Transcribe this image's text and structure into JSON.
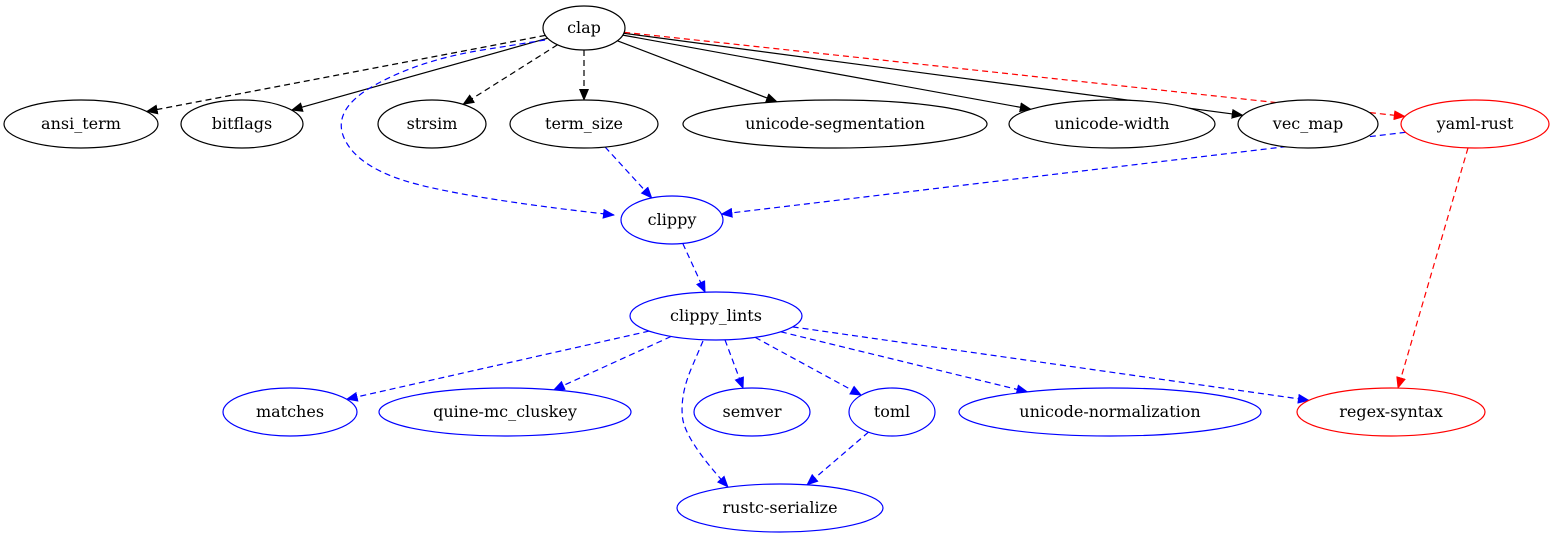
{
  "nodes": [
    {
      "id": "clap",
      "label": "clap",
      "color": "#000000"
    },
    {
      "id": "ansi_term",
      "label": "ansi_term",
      "color": "#000000"
    },
    {
      "id": "bitflags",
      "label": "bitflags",
      "color": "#000000"
    },
    {
      "id": "strsim",
      "label": "strsim",
      "color": "#000000"
    },
    {
      "id": "term_size",
      "label": "term_size",
      "color": "#000000"
    },
    {
      "id": "unicode-segmentation",
      "label": "unicode-segmentation",
      "color": "#000000"
    },
    {
      "id": "unicode-width",
      "label": "unicode-width",
      "color": "#000000"
    },
    {
      "id": "vec_map",
      "label": "vec_map",
      "color": "#000000"
    },
    {
      "id": "yaml-rust",
      "label": "yaml-rust",
      "color": "#ff0000"
    },
    {
      "id": "clippy",
      "label": "clippy",
      "color": "#0000ff"
    },
    {
      "id": "clippy_lints",
      "label": "clippy_lints",
      "color": "#0000ff"
    },
    {
      "id": "matches",
      "label": "matches",
      "color": "#0000ff"
    },
    {
      "id": "quine-mc_cluskey",
      "label": "quine-mc_cluskey",
      "color": "#0000ff"
    },
    {
      "id": "semver",
      "label": "semver",
      "color": "#0000ff"
    },
    {
      "id": "toml",
      "label": "toml",
      "color": "#0000ff"
    },
    {
      "id": "unicode-normalization",
      "label": "unicode-normalization",
      "color": "#0000ff"
    },
    {
      "id": "regex-syntax",
      "label": "regex-syntax",
      "color": "#ff0000"
    },
    {
      "id": "rustc-serialize",
      "label": "rustc-serialize",
      "color": "#0000ff"
    }
  ],
  "edges": [
    {
      "from": "clap",
      "to": "ansi_term",
      "style": "dashed",
      "color": "#000000"
    },
    {
      "from": "clap",
      "to": "bitflags",
      "style": "solid",
      "color": "#000000"
    },
    {
      "from": "clap",
      "to": "strsim",
      "style": "dashed",
      "color": "#000000"
    },
    {
      "from": "clap",
      "to": "term_size",
      "style": "dashed",
      "color": "#000000"
    },
    {
      "from": "clap",
      "to": "unicode-segmentation",
      "style": "solid",
      "color": "#000000"
    },
    {
      "from": "clap",
      "to": "unicode-width",
      "style": "solid",
      "color": "#000000"
    },
    {
      "from": "clap",
      "to": "vec_map",
      "style": "solid",
      "color": "#000000"
    },
    {
      "from": "clap",
      "to": "yaml-rust",
      "style": "dashed",
      "color": "#ff0000"
    },
    {
      "from": "clap",
      "to": "clippy",
      "style": "dashed",
      "color": "#0000ff"
    },
    {
      "from": "term_size",
      "to": "clippy",
      "style": "dashed",
      "color": "#0000ff"
    },
    {
      "from": "yaml-rust",
      "to": "clippy",
      "style": "dashed",
      "color": "#0000ff"
    },
    {
      "from": "yaml-rust",
      "to": "regex-syntax",
      "style": "dashed",
      "color": "#ff0000"
    },
    {
      "from": "clippy",
      "to": "clippy_lints",
      "style": "dashed",
      "color": "#0000ff"
    },
    {
      "from": "clippy_lints",
      "to": "matches",
      "style": "dashed",
      "color": "#0000ff"
    },
    {
      "from": "clippy_lints",
      "to": "quine-mc_cluskey",
      "style": "dashed",
      "color": "#0000ff"
    },
    {
      "from": "clippy_lints",
      "to": "semver",
      "style": "dashed",
      "color": "#0000ff"
    },
    {
      "from": "clippy_lints",
      "to": "toml",
      "style": "dashed",
      "color": "#0000ff"
    },
    {
      "from": "clippy_lints",
      "to": "unicode-normalization",
      "style": "dashed",
      "color": "#0000ff"
    },
    {
      "from": "clippy_lints",
      "to": "regex-syntax",
      "style": "dashed",
      "color": "#0000ff"
    },
    {
      "from": "clippy_lints",
      "to": "rustc-serialize",
      "style": "dashed",
      "color": "#0000ff"
    },
    {
      "from": "toml",
      "to": "rustc-serialize",
      "style": "dashed",
      "color": "#0000ff"
    }
  ]
}
